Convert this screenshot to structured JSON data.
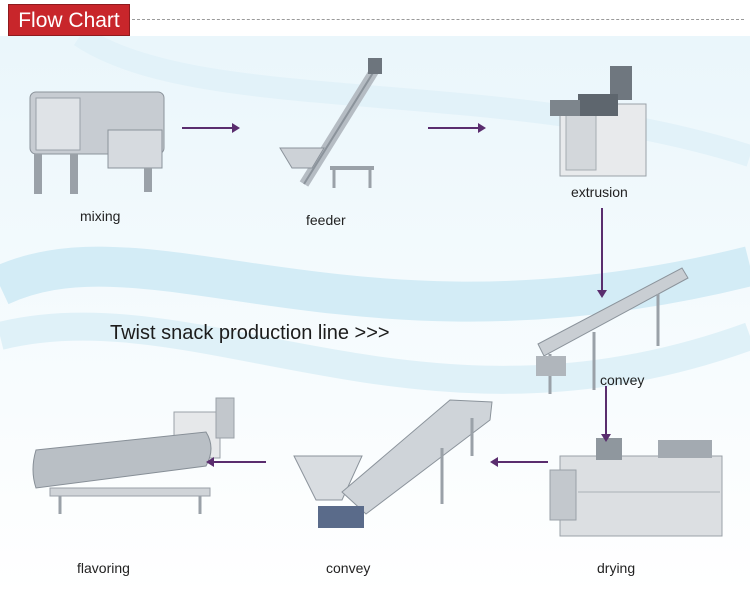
{
  "header": {
    "title": "Flow Chart"
  },
  "diagram": {
    "title": "Twist snack production line  >>>",
    "steps": [
      {
        "label": "mixing"
      },
      {
        "label": "feeder"
      },
      {
        "label": "extrusion"
      },
      {
        "label": "convey"
      },
      {
        "label": "drying"
      },
      {
        "label": "convey"
      },
      {
        "label": "flavoring"
      }
    ]
  },
  "colors": {
    "header_bg": "#c8262b",
    "arrow": "#5a2d6e",
    "background": "#eaf6fb"
  }
}
